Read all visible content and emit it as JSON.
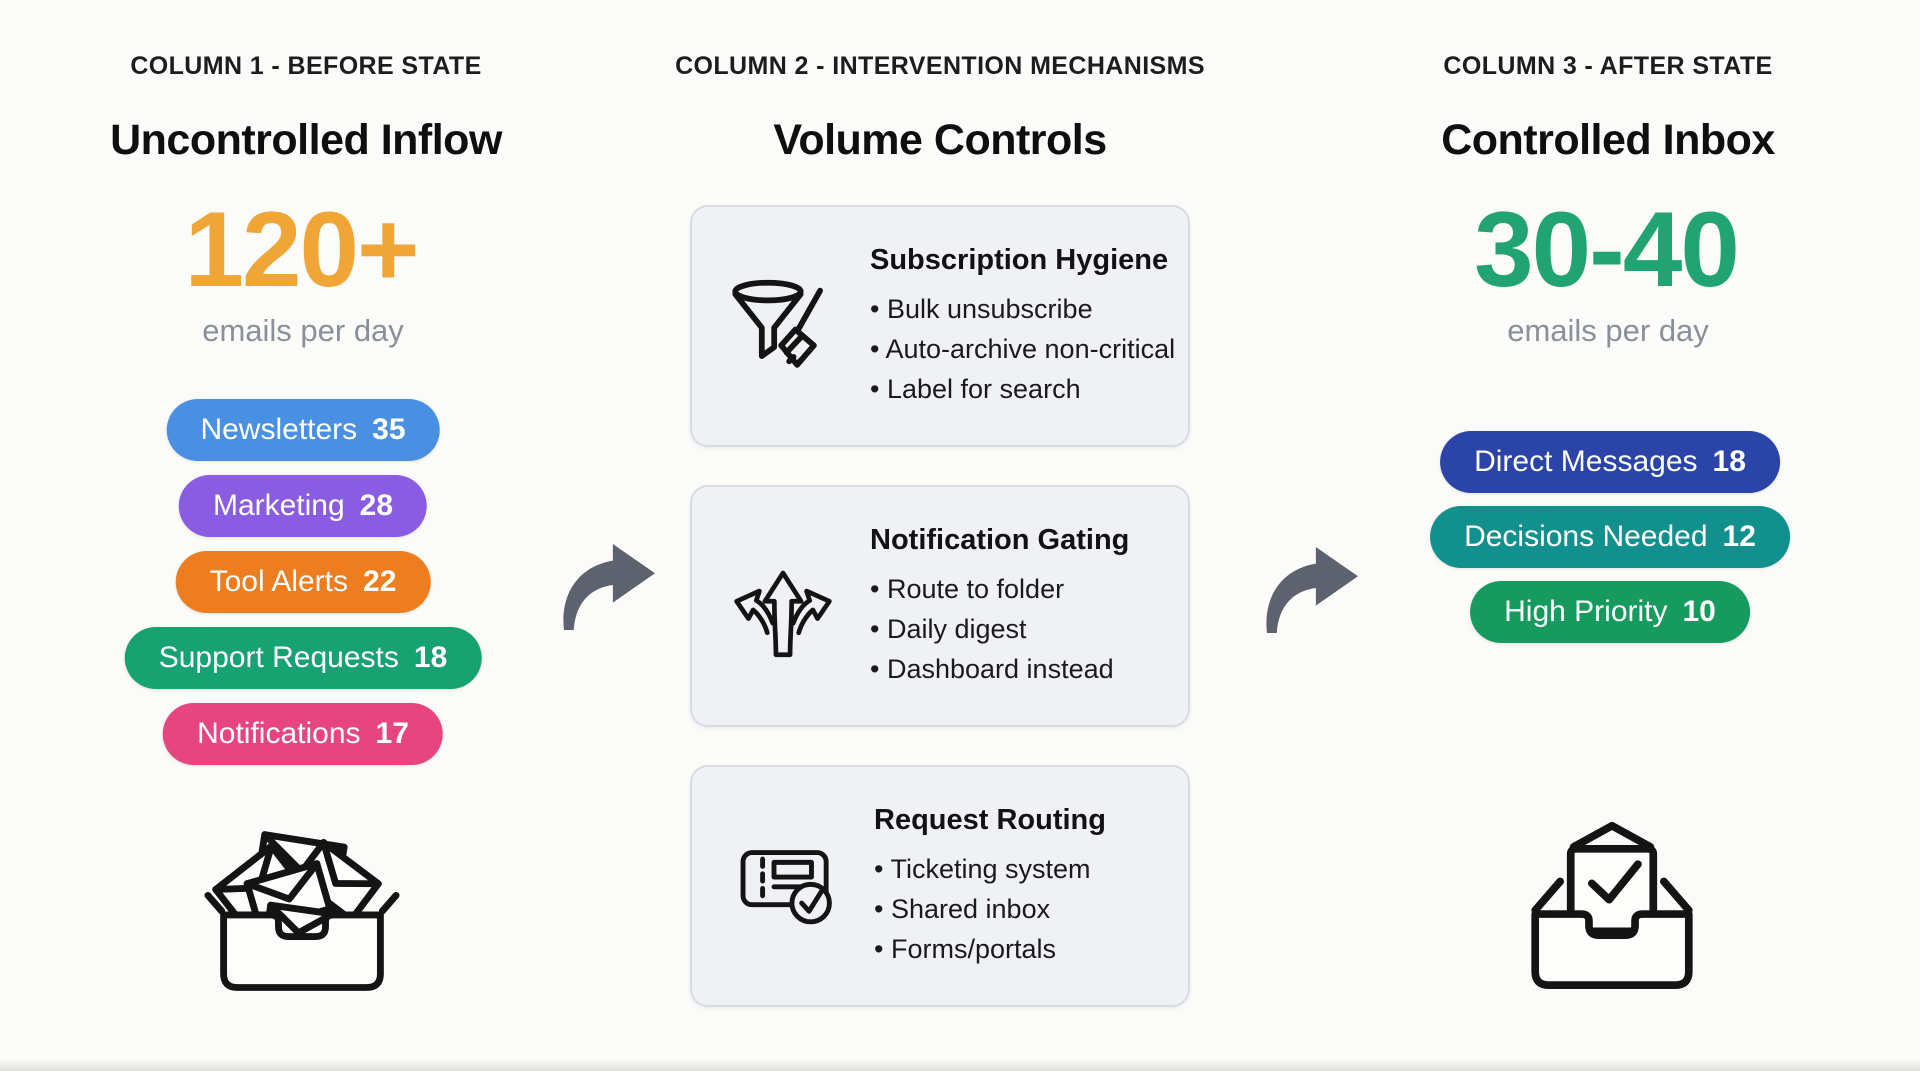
{
  "page": {
    "background": "#FBFBF9"
  },
  "arrow_color": "#5C636E",
  "columns": [
    {
      "kicker": "COLUMN 1 - BEFORE STATE",
      "title": "Uncontrolled Inflow",
      "metric_value": "120+",
      "metric_caption": "emails per day",
      "metric_color": "#EFA636",
      "pills": [
        {
          "label": "Newsletters",
          "count": "35",
          "color": "#4A90E2"
        },
        {
          "label": "Marketing",
          "count": "28",
          "color": "#8A5CE2"
        },
        {
          "label": "Tool Alerts",
          "count": "22",
          "color": "#EE7D1F"
        },
        {
          "label": "Support Requests",
          "count": "18",
          "color": "#16A271"
        },
        {
          "label": "Notifications",
          "count": "17",
          "color": "#E7457F"
        }
      ],
      "icon": "overflowing-inbox"
    },
    {
      "kicker": "COLUMN 2 - INTERVENTION MECHANISMS",
      "title": "Volume Controls",
      "cards": [
        {
          "icon": "funnel-broom",
          "title": "Subscription Hygiene",
          "bullets": [
            "Bulk unsubscribe",
            "Auto-archive non-critical",
            "Label for search"
          ]
        },
        {
          "icon": "branching-arrows",
          "title": "Notification Gating",
          "bullets": [
            "Route to folder",
            "Daily digest",
            "Dashboard instead"
          ]
        },
        {
          "icon": "ticket-check",
          "title": "Request Routing",
          "bullets": [
            "Ticketing system",
            "Shared inbox",
            "Forms/portals"
          ]
        }
      ]
    },
    {
      "kicker": "COLUMN 3 - AFTER STATE",
      "title": "Controlled Inbox",
      "metric_value": "30-40",
      "metric_caption": "emails per day",
      "metric_color": "#21A471",
      "pills": [
        {
          "label": "Direct Messages",
          "count": "18",
          "color": "#2B44A7"
        },
        {
          "label": "Decisions Needed",
          "count": "12",
          "color": "#12908E"
        },
        {
          "label": "High Priority",
          "count": "10",
          "color": "#179A5E"
        }
      ],
      "icon": "checked-inbox"
    }
  ]
}
